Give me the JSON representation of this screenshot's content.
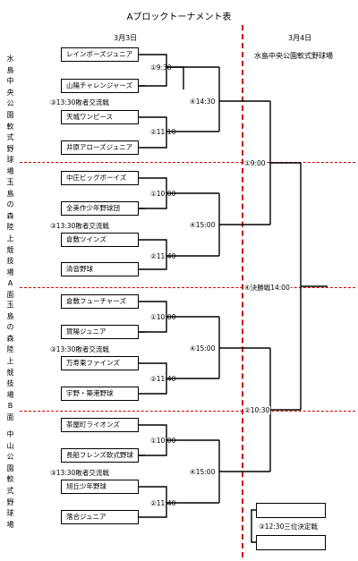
{
  "title": "Aブロックトーナメント表",
  "dates": {
    "day1": "3月3日",
    "day2": "3月4日"
  },
  "venues": {
    "v1": "水島中央公園軟式野球場",
    "v2": "玉島の森陸上競技場A面",
    "v3": "玉島の森陸上競技場B面",
    "v4": "中山公園軟式野球場",
    "day2": "水島中央公園軟式野球場"
  },
  "sections": [
    {
      "teams": [
        "レインボーズジュニア",
        "山陽チャレンジャーズ",
        "天城ワンピース",
        "井原アローズジュニア"
      ],
      "match1": "①9:30",
      "consolation": "③13:30敗者交流戦",
      "match2": "②11:10",
      "semi": "④14:30"
    },
    {
      "teams": [
        "中庄ビッグボーイズ",
        "全美作少年野球団",
        "倉敷ツインズ",
        "清音野球"
      ],
      "match1": "①10:00",
      "consolation": "③13:30敗者交流戦",
      "match2": "②11:40",
      "semi": "④15:00"
    },
    {
      "teams": [
        "倉敷フューチャーズ",
        "賀陽ジュニア",
        "万寿東ファインズ",
        "宇野・築港野球"
      ],
      "match1": "①10:00",
      "consolation": "③13:30敗者交流戦",
      "match2": "②11:40",
      "semi": "④15:00"
    },
    {
      "teams": [
        "茶屋町ライオンズ",
        "長船フレンズ軟式野球",
        "旭丘少年野球",
        "落合ジュニア"
      ],
      "match1": "①10:00",
      "consolation": "③13:30敗者交流戦",
      "match2": "②11:40",
      "semi": "④15:00"
    }
  ],
  "day2_games": {
    "semi_top": "①9:00",
    "final": "④決勝戦14:00",
    "semi_bottom": "②10:30",
    "third_place": "③12:30三位決定戦"
  }
}
